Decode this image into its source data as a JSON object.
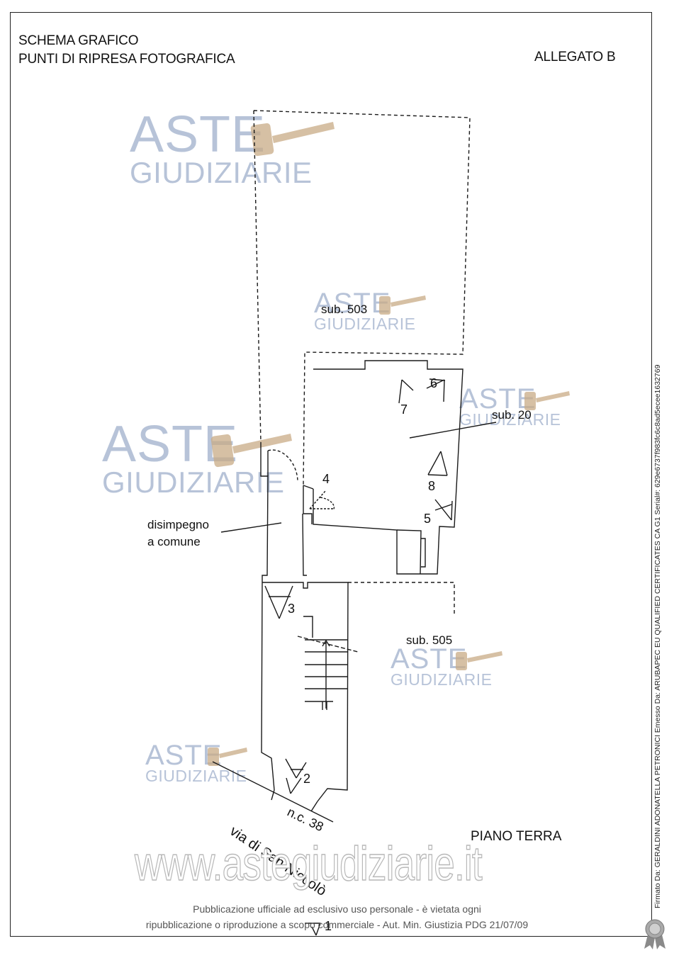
{
  "header": {
    "title_line1": "SCHEMA GRAFICO",
    "title_line2": "PUNTI DI RIPRESA FOTOGRAFICA",
    "annex": "ALLEGATO B"
  },
  "plan": {
    "labels": {
      "sub503": "sub. 503",
      "sub20": "sub. 20",
      "sub505": "sub. 505",
      "disimpegno_line1": "disimpegno",
      "disimpegno_line2": "a comune",
      "piano_terra": "PIANO TERRA",
      "street": "via di San Niccolò",
      "civic": "n.c.   38"
    },
    "photo_points": [
      "1",
      "2",
      "3",
      "4",
      "5",
      "6",
      "7",
      "8"
    ]
  },
  "watermark": {
    "brand_top": "ASTE",
    "brand_bottom": "GIUDIZIARIE",
    "website": "www.astegiudiziarie.it"
  },
  "footer": {
    "line1": "Pubblicazione ufficiale ad esclusivo uso personale - è vietata ogni",
    "line2": "ripubblicazione o riproduzione a scopo commerciale - Aut. Min. Giustizia PDG 21/07/09"
  },
  "signature": "Firmato Da: GERALDINI ADONATELLA PETRONICI Emesso Da: ARUBAPEC EU QUALIFIED CERTIFICATES CA G1 Serial#: 629e6737f983fc6c8ad5ecee1632769",
  "colors": {
    "line": "#1a1a1a",
    "watermark": "#9fb0cc",
    "gavel": "#c9ab86"
  }
}
